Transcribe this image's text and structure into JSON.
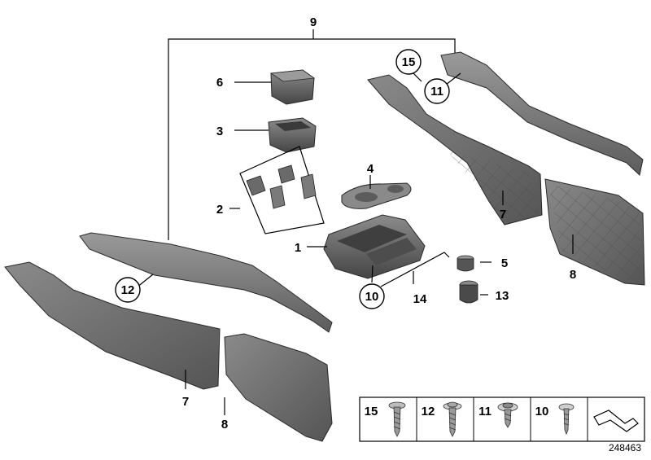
{
  "callouts": {
    "c1": "1",
    "c2": "2",
    "c3": "3",
    "c4": "4",
    "c5": "5",
    "c6": "6",
    "c7a": "7",
    "c7b": "7",
    "c8a": "8",
    "c8b": "8",
    "c9": "9",
    "c10": "10",
    "c11": "11",
    "c12": "12",
    "c13": "13",
    "c14": "14",
    "c15": "15"
  },
  "screw_table": {
    "cells": [
      {
        "label": "15",
        "icon": "screw-large-head-icon"
      },
      {
        "label": "12",
        "icon": "screw-washer-icon"
      },
      {
        "label": "11",
        "icon": "screw-torx-washer-icon"
      },
      {
        "label": "10",
        "icon": "screw-small-icon"
      }
    ],
    "extra_icon": "folded-strip-icon"
  },
  "reference_number": "248463",
  "colors": {
    "part_fill": "#707070",
    "part_dark": "#505050",
    "part_light": "#8c8c8c",
    "line": "#000000"
  }
}
